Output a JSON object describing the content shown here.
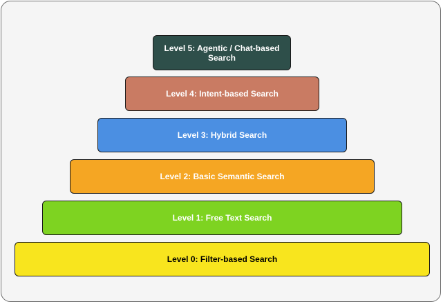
{
  "diagram": {
    "type": "pyramid",
    "levels": [
      {
        "label": "Level 5: Agentic / Chat-based Search",
        "fill": "#2e4f4a",
        "text_color": "#ffffff"
      },
      {
        "label": "Level 4: Intent-based Search",
        "fill": "#c97b63",
        "text_color": "#ffffff"
      },
      {
        "label": "Level 3: Hybrid Search",
        "fill": "#4b8fe2",
        "text_color": "#ffffff"
      },
      {
        "label": "Level 2: Basic Semantic Search",
        "fill": "#f5a623",
        "text_color": "#ffffff"
      },
      {
        "label": "Level 1: Free Text Search",
        "fill": "#7ed321",
        "text_color": "#ffffff"
      },
      {
        "label": "Level 0: Filter-based Search",
        "fill": "#f8e51e",
        "text_color": "#000000"
      }
    ]
  }
}
